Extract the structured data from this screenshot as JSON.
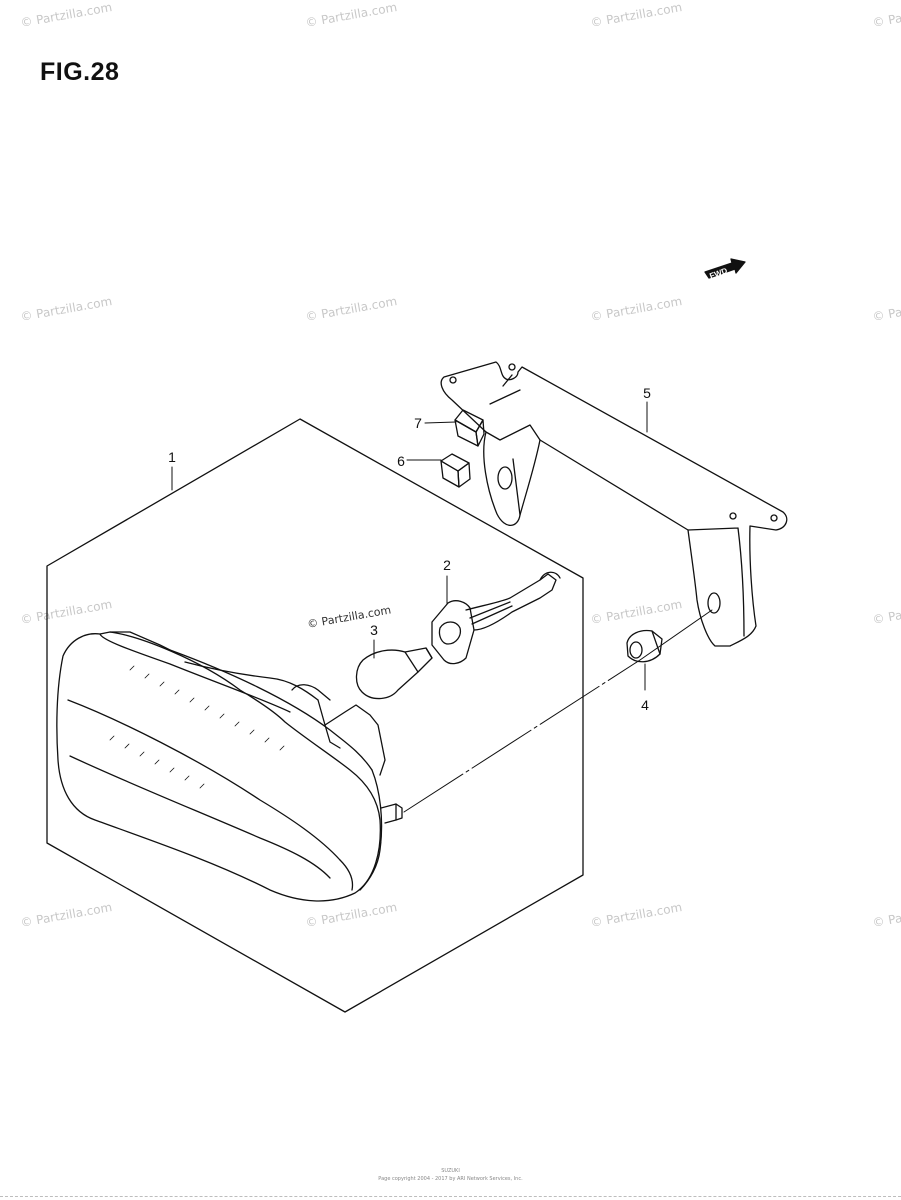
{
  "figure": {
    "title": "FIG.28"
  },
  "watermark": "© Partzilla.com",
  "inline_watermark": "© Partzilla.com",
  "fwd_arrow_label": "FWD",
  "callouts": [
    {
      "number": "1",
      "part": "taillight-assembly"
    },
    {
      "number": "2",
      "part": "socket-and-harness"
    },
    {
      "number": "3",
      "part": "bulb"
    },
    {
      "number": "4",
      "part": "grommet"
    },
    {
      "number": "5",
      "part": "bracket"
    },
    {
      "number": "6",
      "part": "cushion"
    },
    {
      "number": "7",
      "part": "cushion"
    }
  ],
  "footer": {
    "logo_text": "SUZUKI",
    "copyright": "Page copyright 2004 - 2017 by ARI Network Services, Inc."
  },
  "colors": {
    "line": "#111111",
    "watermark": "#c8c8c8"
  }
}
